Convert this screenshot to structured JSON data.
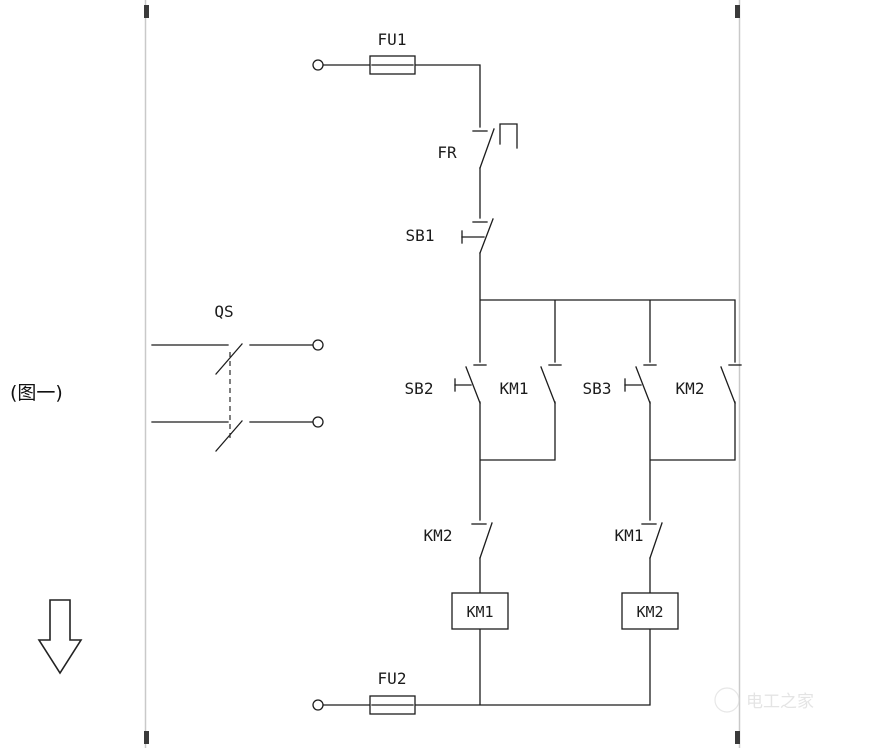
{
  "window": {
    "background": "#ffffff"
  },
  "diagram": {
    "caption": "(图一)",
    "watermark_text": "电工之家",
    "colors": {
      "line": "#1c1c1c",
      "frame": "#c9c9c9",
      "background": "#ffffff"
    },
    "components": {
      "fu1": {
        "label": "FU1",
        "type": "fuse"
      },
      "fr": {
        "label": "FR",
        "type": "thermal-overload-nc-contact"
      },
      "sb1": {
        "label": "SB1",
        "type": "stop-pushbutton-nc"
      },
      "qs": {
        "label": "QS",
        "type": "two-pole-knife-switch"
      },
      "sb2": {
        "label": "SB2",
        "type": "start-pushbutton-no"
      },
      "km1_aux": {
        "label": "KM1",
        "type": "holding-contact-no"
      },
      "sb3": {
        "label": "SB3",
        "type": "start-pushbutton-no"
      },
      "km2_aux": {
        "label": "KM2",
        "type": "holding-contact-no"
      },
      "km2_interlock": {
        "label": "KM2",
        "type": "interlock-contact-nc"
      },
      "km1_interlock": {
        "label": "KM1",
        "type": "interlock-contact-nc"
      },
      "km1_coil": {
        "label": "KM1",
        "type": "contactor-coil"
      },
      "km2_coil": {
        "label": "KM2",
        "type": "contactor-coil"
      },
      "fu2": {
        "label": "FU2",
        "type": "fuse"
      }
    }
  }
}
